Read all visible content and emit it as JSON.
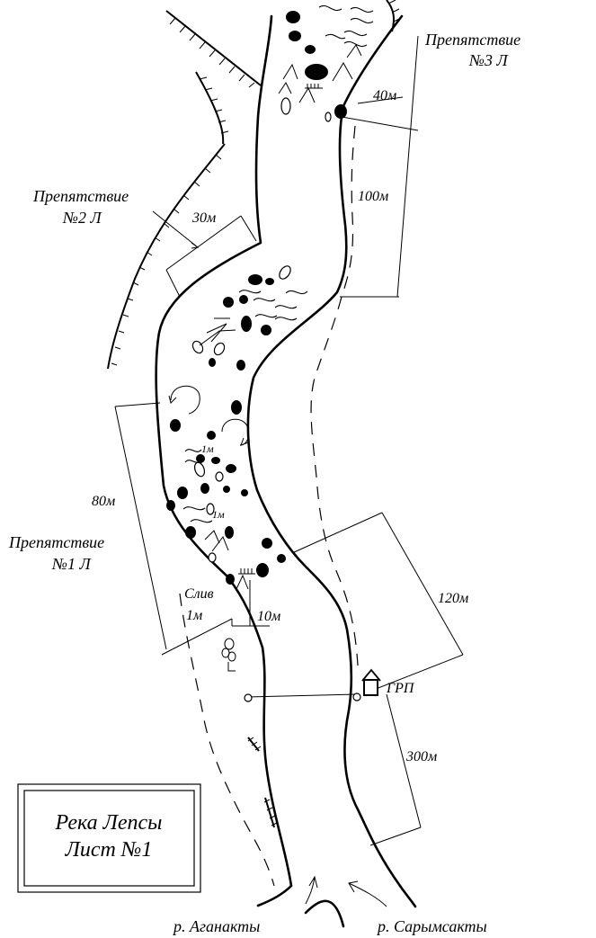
{
  "title": {
    "line1": "Река Лепсы",
    "line2": "Лист №1"
  },
  "obstacles": [
    {
      "line1": "Препятствие",
      "line2": "№3 Л"
    },
    {
      "line1": "Препятствие",
      "line2": "№2 Л"
    },
    {
      "line1": "Препятствие",
      "line2": "№1 Л"
    }
  ],
  "distances": {
    "d40": "40м",
    "d100": "100м",
    "d30": "30м",
    "d80": "80м",
    "d120": "120м",
    "d10": "10м",
    "d300": "300м"
  },
  "sliv": {
    "line1": "Слив",
    "line2": "1м"
  },
  "drops": {
    "a": "1м",
    "b": "1м"
  },
  "grp": "ГРП",
  "tributaries": {
    "left": "р. Аганакты",
    "right": "р. Сарымсакты"
  },
  "icons": [
    "tree-icon",
    "hut-icon",
    "flow-arrow-icon",
    "whirlpool-icon",
    "cliff-hatch-icon"
  ]
}
